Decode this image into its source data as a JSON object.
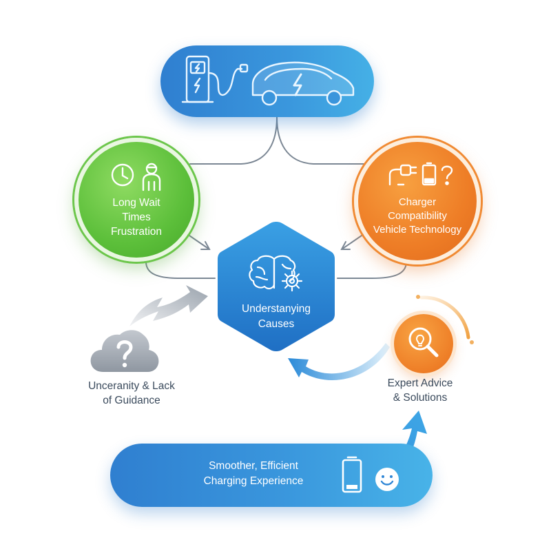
{
  "top_banner": {
    "icons": [
      "charging-station-icon",
      "electric-car-icon"
    ]
  },
  "nodes": {
    "wait_times": {
      "lines": [
        "Long Wait",
        "Times",
        "Frustration"
      ],
      "icons": [
        "clock-icon",
        "person-icon"
      ],
      "color": "#5cbf3a"
    },
    "compatibility": {
      "lines": [
        "Charger",
        "Compatibility",
        "Vehicle Technology"
      ],
      "icons": [
        "plug-icon",
        "battery-icon",
        "question-icon"
      ],
      "color": "#ee7d26"
    },
    "center": {
      "lines": [
        "Understanying",
        "Causes"
      ],
      "icons": [
        "brain-icon",
        "gear-icon"
      ],
      "color": "#2f86d6"
    }
  },
  "uncertainty": {
    "lines": [
      "Unceranity & Lack",
      "of Guidance"
    ],
    "icon": "cloud-question-icon"
  },
  "expert": {
    "lines": [
      "Expert Advice",
      "& Solutions"
    ],
    "icon": "magnifier-lightbulb-icon"
  },
  "outcome": {
    "lines": [
      "Smoother, Efficient",
      "Charging Experience"
    ],
    "icons": [
      "battery-icon",
      "smiley-icon"
    ]
  }
}
